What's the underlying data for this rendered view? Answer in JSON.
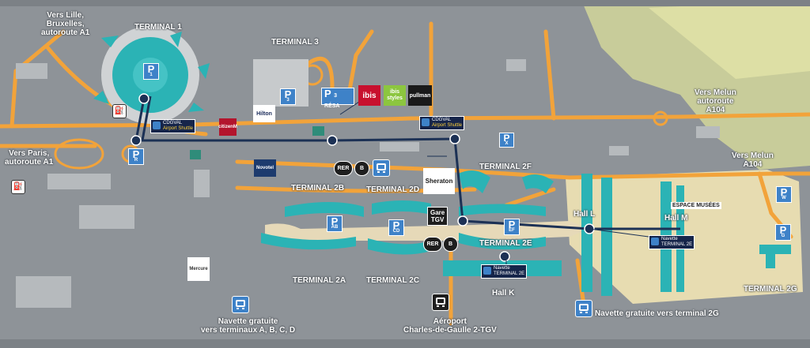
{
  "map": {
    "colors": {
      "background": "#8e9398",
      "road": "#f2a33a",
      "terminal": "#2bb3b5",
      "shuttle_line": "#1c3155",
      "fields": "#d9dca0",
      "parking_zone": "#ecdcae",
      "parking_blue": "#3e82c8"
    },
    "terminals": {
      "t1": "TERMINAL 1",
      "t3": "TERMINAL 3",
      "t2a": "TERMINAL 2A",
      "t2b": "TERMINAL 2B",
      "t2c": "TERMINAL 2C",
      "t2d": "TERMINAL 2D",
      "t2e": "TERMINAL 2E",
      "t2f": "TERMINAL 2F",
      "t2g": "TERMINAL 2G",
      "hall_k": "Hall K",
      "hall_l": "Hall L",
      "hall_m": "Hall M"
    },
    "directions": {
      "lille": "Vers Lille,\nBruxelles,\nautoroute A1",
      "paris": "Vers Paris,\nautoroute A1",
      "melun_top": "Vers Melun\nautoroute\nA104",
      "melun_right": "Vers Melun\nA104"
    },
    "parkings": {
      "p1": {
        "letter": "P",
        "sub": "1"
      },
      "p3": {
        "letter": "P",
        "sub": "3"
      },
      "p3resa": {
        "letter": "P",
        "sub": "3 RÉSA"
      },
      "pr": {
        "letter": "P",
        "sub": "R"
      },
      "px": {
        "letter": "P",
        "sub": "X"
      },
      "pab": {
        "letter": "P",
        "sub": "AB"
      },
      "pcd": {
        "letter": "P",
        "sub": "CD"
      },
      "pef": {
        "letter": "P",
        "sub": "EF"
      },
      "pw": {
        "letter": "P",
        "sub": "W"
      },
      "pg": {
        "letter": "P",
        "sub": "G"
      }
    },
    "hotels": {
      "ibis": "ibis",
      "ibis_styles": "ibis styles",
      "pullman": "pullman",
      "hilton": "Hilton",
      "citizenm": "citizenM",
      "novotel": "Novotel",
      "sheraton": "Sheraton",
      "mercure": "Mercure"
    },
    "shuttles": {
      "cdgval_1": {
        "line1": "CDGVAL",
        "line2": "Airport Shuttle"
      },
      "cdgval_2": {
        "line1": "CDGVAL",
        "line2": "Airport Shuttle"
      },
      "navette_2e_k": {
        "line1": "Navette",
        "line2": "TERMINAL 2E"
      },
      "navette_2e_m": {
        "line1": "Navette",
        "line2": "TERMINAL 2E"
      }
    },
    "transit": {
      "rer": "RER",
      "b": "B",
      "gare_tgv": "Gare\nTGV"
    },
    "espace_musees": "ESPACE MUSÉES",
    "navette_abcd": "Navette gratuite\nvers terminaux A, B, C, D",
    "navette_2g": "Navette gratuite vers terminal 2G",
    "aeroport_tgv": "Aéroport\nCharles-de-Gaulle 2-TGV"
  }
}
